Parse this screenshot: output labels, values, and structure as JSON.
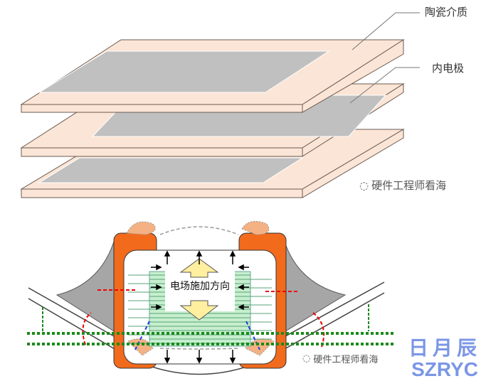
{
  "labels": {
    "ceramic": "陶瓷介质",
    "electrode": "内电极",
    "field_direction": "电场施加方向"
  },
  "watermark": {
    "text": "硬件工程师看海",
    "icon": "wechat-icon"
  },
  "logo": {
    "cn": "日月辰",
    "en": "SZRYC"
  },
  "colors": {
    "ceramic": "#fbe5d6",
    "electrode": "#c0c0c0",
    "terminal": "#f26b1d",
    "solder": "#a6a6a6",
    "stripes": "#c6efce",
    "logo": "#7b96e6"
  }
}
